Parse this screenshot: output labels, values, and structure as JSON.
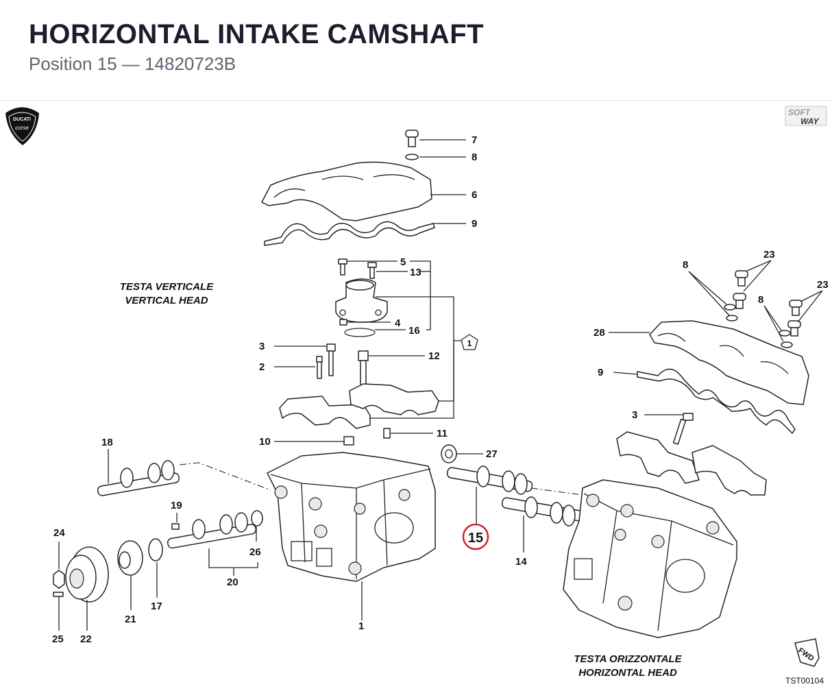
{
  "page": {
    "title": "HORIZONTAL INTAKE CAMSHAFT",
    "subtitle": "Position 15 — 14820723B"
  },
  "brand": {
    "logo_text_top": "DUCATI",
    "logo_text_bottom": "corse",
    "softway_top": "SOFT",
    "softway_bottom": "WAY"
  },
  "diagram": {
    "vertical_head_it": "TESTA VERTICALE",
    "vertical_head_en": "VERTICAL HEAD",
    "horizontal_head_it": "TESTA ORIZZONTALE",
    "horizontal_head_en": "HORIZONTAL HEAD",
    "fwd_label": "FWD",
    "drawing_code": "TST00104",
    "note_symbol": "1",
    "highlight_color": "#d0202a",
    "callouts": {
      "c1": "1",
      "c2": "2",
      "c3a": "3",
      "c3b": "3",
      "c4": "4",
      "c5": "5",
      "c6": "6",
      "c7": "7",
      "c8a": "8",
      "c8b": "8",
      "c8c": "8",
      "c9a": "9",
      "c9b": "9",
      "c10": "10",
      "c11": "11",
      "c12": "12",
      "c13": "13",
      "c14": "14",
      "c15": "15",
      "c16": "16",
      "c17": "17",
      "c18": "18",
      "c19": "19",
      "c20": "20",
      "c21": "21",
      "c22": "22",
      "c23a": "23",
      "c23b": "23",
      "c24": "24",
      "c25": "25",
      "c26": "26",
      "c27": "27",
      "c28": "28"
    }
  }
}
